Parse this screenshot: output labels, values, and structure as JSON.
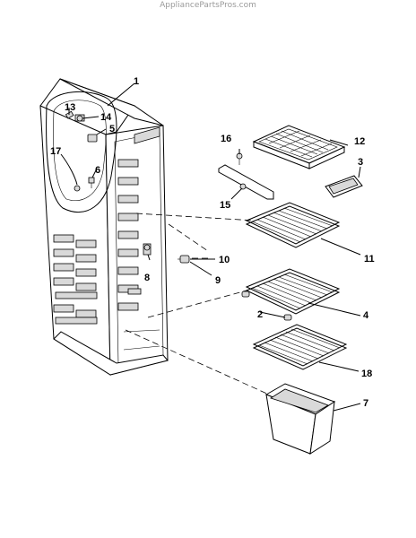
{
  "watermark": "AppliancePartsPros.com",
  "callouts": {
    "c1": "1",
    "c2": "2",
    "c3": "3",
    "c4": "4",
    "c5": "5",
    "c6": "6",
    "c7": "7",
    "c8": "8",
    "c9": "9",
    "c10": "10",
    "c11": "11",
    "c12": "12",
    "c13": "13",
    "c14": "14",
    "c15": "15",
    "c16": "16",
    "c17": "17",
    "c18": "18"
  }
}
